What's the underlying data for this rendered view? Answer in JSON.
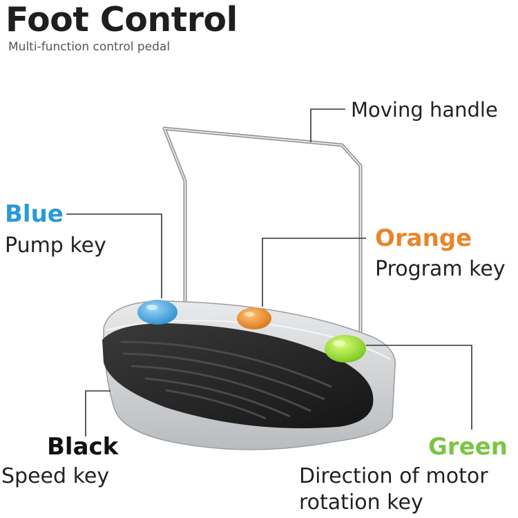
{
  "header": {
    "title": "Foot Control",
    "subtitle": "Multi-function control pedal"
  },
  "labels": {
    "handle": {
      "text": "Moving handle"
    },
    "blue": {
      "color_word": "Blue",
      "key_text": "Pump key",
      "color": "#2a9ad8"
    },
    "orange": {
      "color_word": "Orange",
      "key_text": "Program key",
      "color": "#e8862a"
    },
    "black": {
      "color_word": "Black",
      "key_text": "Speed key",
      "color": "#111111"
    },
    "green": {
      "color_word": "Green",
      "key_text_line1": "Direction of motor",
      "key_text_line2": "rotation key",
      "color": "#7cc443"
    }
  },
  "colors": {
    "pedal_base": "#cfd1d3",
    "pedal_pad": "#2a2a2a",
    "handle_wire": "#b8bcc0",
    "leader_line": "#333333"
  }
}
